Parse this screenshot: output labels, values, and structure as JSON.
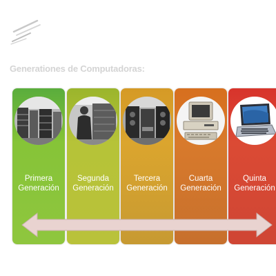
{
  "slide": {
    "title": "Generationes de Computadoras:"
  },
  "generations": [
    {
      "line1": "Primera",
      "line2": "Generación",
      "image_icon": "eniac-photo-icon"
    },
    {
      "line1": "Segunda",
      "line2": "Generación",
      "image_icon": "operator-photo-icon"
    },
    {
      "line1": "Tercera",
      "line2": "Generación",
      "image_icon": "mainframe-photo-icon"
    },
    {
      "line1": "Cuarta",
      "line2": "Generación",
      "image_icon": "desktop-pc-photo-icon"
    },
    {
      "line1": "Quinta",
      "line2": "Generación",
      "image_icon": "laptop-photo-icon"
    }
  ],
  "colors": {
    "card_green": "#8fc63e",
    "card_olive": "#b9c23a",
    "card_yellow": "#d8a32e",
    "card_orange": "#d87a2c",
    "card_red": "#d8402f",
    "arrow_fill": "#e9d3d0"
  },
  "icons": {
    "logo": "brush-stroke-logo-icon",
    "timeline": "double-headed-arrow-icon"
  }
}
